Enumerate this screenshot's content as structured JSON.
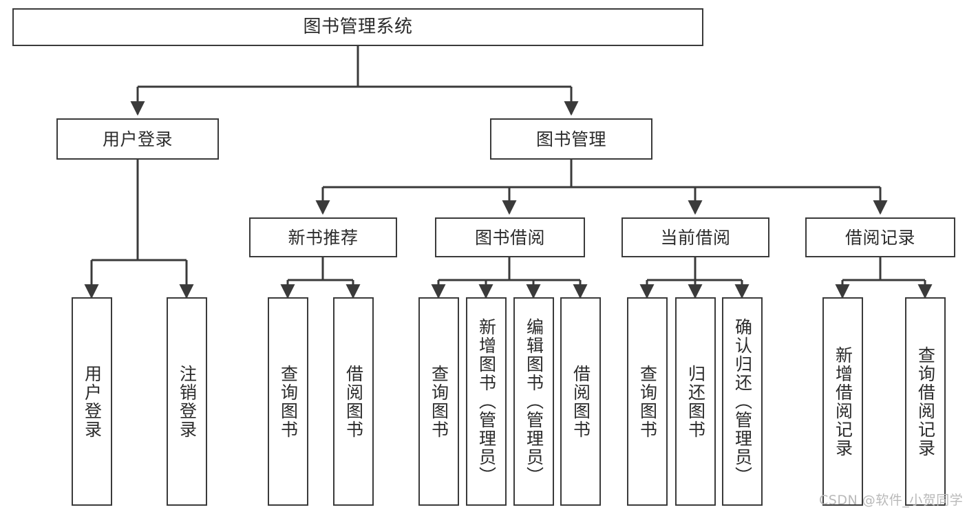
{
  "diagram": {
    "title": "图书管理系统",
    "type": "hierarchy-tree",
    "background_color": "#ffffff",
    "line_color": "#3a3a3a",
    "text_color": "#2b2b2b",
    "levels": 4
  },
  "nodes": {
    "root": {
      "label": "图书管理系统"
    },
    "level2": [
      {
        "label": "用户登录"
      },
      {
        "label": "图书管理"
      }
    ],
    "level3": [
      {
        "label": "新书推荐"
      },
      {
        "label": "图书借阅"
      },
      {
        "label": "当前借阅"
      },
      {
        "label": "借阅记录"
      }
    ],
    "leaves": [
      {
        "label": "用户登录",
        "parent": "用户登录"
      },
      {
        "label": "注销登录",
        "parent": "用户登录"
      },
      {
        "label": "查询图书",
        "parent": "新书推荐"
      },
      {
        "label": "借阅图书",
        "parent": "新书推荐"
      },
      {
        "label": "查询图书",
        "parent": "图书借阅"
      },
      {
        "label": "新增图书（管理员）",
        "parent": "图书借阅"
      },
      {
        "label": "编辑图书（管理员）",
        "parent": "图书借阅"
      },
      {
        "label": "借阅图书",
        "parent": "图书借阅"
      },
      {
        "label": "查询图书",
        "parent": "当前借阅"
      },
      {
        "label": "归还图书",
        "parent": "当前借阅"
      },
      {
        "label": "确认归还（管理员）",
        "parent": "当前借阅"
      },
      {
        "label": "新增借阅记录",
        "parent": "借阅记录"
      },
      {
        "label": "查询借阅记录",
        "parent": "借阅记录"
      }
    ]
  },
  "watermark": {
    "text": "CSDN @软件_小贺同学"
  }
}
